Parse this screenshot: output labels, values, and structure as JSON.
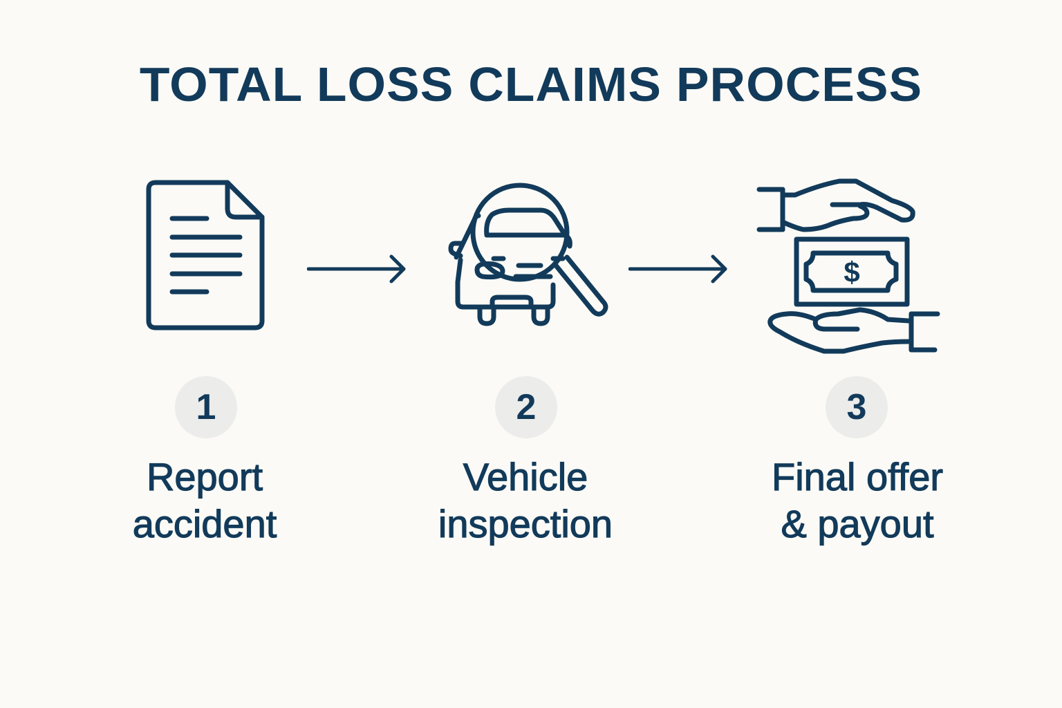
{
  "title": "TOTAL LOSS CLAIMS PROCESS",
  "colors": {
    "primary": "#123a5a",
    "background": "#fbfaf6",
    "badge_background": "#ececea"
  },
  "steps": [
    {
      "number": "1",
      "icon": "document-icon",
      "label_line1": "Report",
      "label_line2": "accident"
    },
    {
      "number": "2",
      "icon": "car-magnifier-icon",
      "label_line1": "Vehicle",
      "label_line2": "inspection"
    },
    {
      "number": "3",
      "icon": "hands-money-icon",
      "label_line1": "Final offer",
      "label_line2": "& payout"
    }
  ],
  "connectors": [
    {
      "icon": "arrow-right-icon",
      "from": "1",
      "to": "2"
    },
    {
      "icon": "arrow-right-icon",
      "from": "2",
      "to": "3"
    }
  ]
}
